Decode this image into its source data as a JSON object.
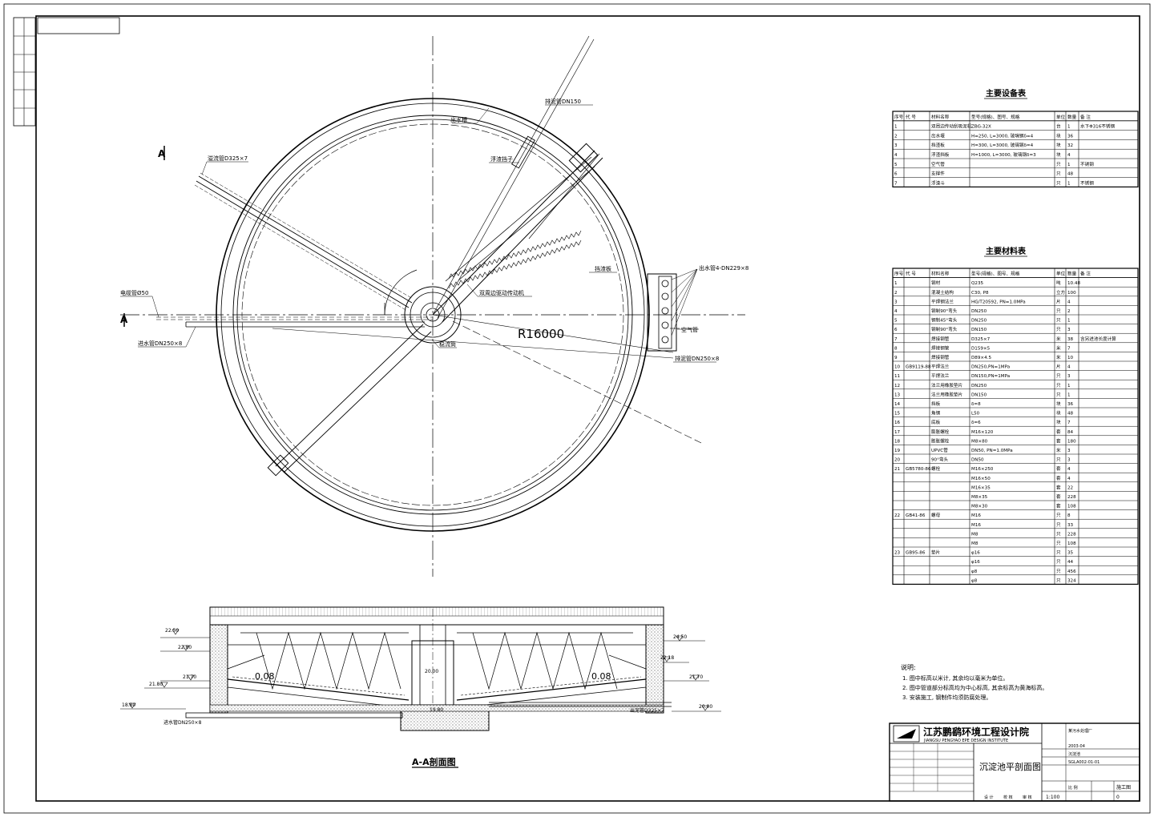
{
  "plan": {
    "radius_label": "R16000",
    "section_mark": "A",
    "labels": {
      "overflow_pipe": "溢流管D325×7",
      "sludge_pipe": "排泥管DN150",
      "weir_trough": "出水槽",
      "skimmer": "浮渣挡子",
      "drain_pipe": "出水管4-DN229×8",
      "trough_plate": "挡渣板",
      "drive": "双周边驱动传动机",
      "air_pipe": "空气管",
      "center_pipe": "进水管DN250×8",
      "cable": "电缆管Ø50",
      "cylinder": "稳流筒",
      "sludge_pipe2": "排泥管DN250×8"
    }
  },
  "section": {
    "title": "A-A剖面图",
    "slope_left": "0.08",
    "slope_right": "0.08",
    "elevations": [
      "22.50",
      "22.80",
      "21.70",
      "21.80",
      "18.80",
      "24.50",
      "22.18",
      "21.70",
      "20.00",
      "19.80",
      "20.00"
    ],
    "labels": {
      "inlet": "进水管DN250×8",
      "outlet": "出泥管D325×7"
    }
  },
  "equipment": {
    "title": "主要设备表",
    "headers": [
      "序号",
      "代 号",
      "材料名称",
      "型号(规格)、图号、规格",
      "单位",
      "数量",
      "备 注"
    ],
    "rows": [
      [
        "1",
        "",
        "双周边传动刮吸泥机",
        "ZBG-32X",
        "台",
        "1",
        "水下Φ316不锈钢"
      ],
      [
        "2",
        "",
        "出水堰",
        "H=250, L=3000, 玻璃钢δ=4",
        "块",
        "36",
        ""
      ],
      [
        "3",
        "",
        "挡渣板",
        "H=300, L=3000, 玻璃钢δ=4",
        "块",
        "32",
        ""
      ],
      [
        "4",
        "",
        "浮渣挡板",
        "H=1000, L=3000, 玻璃钢δ=3",
        "块",
        "4",
        ""
      ],
      [
        "5",
        "",
        "空气管",
        "",
        "只",
        "1",
        "不锈钢"
      ],
      [
        "6",
        "",
        "支撑件",
        "",
        "只",
        "48",
        ""
      ],
      [
        "7",
        "",
        "浮渣斗",
        "",
        "只",
        "1",
        "不锈钢"
      ]
    ]
  },
  "materials": {
    "title": "主要材料表",
    "headers": [
      "序号",
      "代 号",
      "材料名称",
      "型号(规格)、图号、规格",
      "单位",
      "数量",
      "备 注"
    ],
    "rows": [
      [
        "1",
        "",
        "钢材",
        "Q235",
        "吨",
        "10.48",
        ""
      ],
      [
        "2",
        "",
        "混凝土结构",
        "C30, P8",
        "立方",
        "100",
        ""
      ],
      [
        "3",
        "",
        "平焊钢法兰",
        "HG/T20592, PN=1.0MPa",
        "片",
        "4",
        ""
      ],
      [
        "4",
        "",
        "钢制90°弯头",
        "DN250",
        "只",
        "2",
        ""
      ],
      [
        "5",
        "",
        "钢制45°弯头",
        "DN250",
        "只",
        "1",
        ""
      ],
      [
        "6",
        "",
        "钢制90°弯头",
        "DN150",
        "只",
        "3",
        ""
      ],
      [
        "7",
        "",
        "焊接钢管",
        "D325×7",
        "米",
        "38",
        "含另进池长度计算"
      ],
      [
        "8",
        "",
        "焊接钢管",
        "D159×5",
        "米",
        "7",
        ""
      ],
      [
        "9",
        "",
        "焊接钢管",
        "D89×4.5",
        "米",
        "10",
        ""
      ],
      [
        "10",
        "GB9119-88",
        "平焊法兰",
        "DN250,PN=1MPa",
        "片",
        "4",
        ""
      ],
      [
        "11",
        "",
        "平焊法兰",
        "DN150,PN=1MPa",
        "只",
        "3",
        ""
      ],
      [
        "12",
        "",
        "法兰用橡胶垫片",
        "DN250",
        "只",
        "1",
        ""
      ],
      [
        "13",
        "",
        "法兰用橡胶垫片",
        "DN150",
        "只",
        "1",
        ""
      ],
      [
        "14",
        "",
        "挡板",
        "δ=8",
        "块",
        "36",
        ""
      ],
      [
        "15",
        "",
        "角钢",
        "L50",
        "块",
        "48",
        ""
      ],
      [
        "16",
        "",
        "底板",
        "δ=6",
        "块",
        "7",
        ""
      ],
      [
        "17",
        "",
        "膨胀螺栓",
        "M16×120",
        "套",
        "84",
        ""
      ],
      [
        "18",
        "",
        "膨胀螺栓",
        "M8×80",
        "套",
        "180",
        ""
      ],
      [
        "19",
        "",
        "UPVC管",
        "DN50, PN=1.0MPa",
        "米",
        "3",
        ""
      ],
      [
        "20",
        "",
        "90°弯头",
        "DN50",
        "只",
        "3",
        ""
      ],
      [
        "21",
        "GB5780-86",
        "螺栓",
        "M16×250",
        "套",
        "4",
        ""
      ],
      [
        "",
        "",
        "",
        "M16×50",
        "套",
        "4",
        ""
      ],
      [
        "",
        "",
        "",
        "M16×35",
        "套",
        "22",
        ""
      ],
      [
        "",
        "",
        "",
        "M8×35",
        "套",
        "228",
        ""
      ],
      [
        "",
        "",
        "",
        "M8×30",
        "套",
        "108",
        ""
      ],
      [
        "22",
        "GB41-86",
        "螺母",
        "M16",
        "只",
        "8",
        ""
      ],
      [
        "",
        "",
        "",
        "M16",
        "只",
        "33",
        ""
      ],
      [
        "",
        "",
        "",
        "M8",
        "只",
        "228",
        ""
      ],
      [
        "",
        "",
        "",
        "M8",
        "只",
        "108",
        ""
      ],
      [
        "23",
        "GB95-86",
        "垫片",
        "φ16",
        "只",
        "35",
        ""
      ],
      [
        "",
        "",
        "",
        "φ16",
        "只",
        "44",
        ""
      ],
      [
        "",
        "",
        "",
        "φ8",
        "只",
        "456",
        ""
      ],
      [
        "",
        "",
        "",
        "φ8",
        "只",
        "324",
        ""
      ]
    ]
  },
  "notes": {
    "title": "说明:",
    "items": [
      "1. 图中标高以米计, 其余均以毫米为单位。",
      "2. 图中管道部分标高均为中心标高, 其余标高为黄海标高。",
      "3. 安装施工, 钢制件均须防腐处理。"
    ]
  },
  "titleblock": {
    "company_cn": "江苏鹏鹞环境工程设计院",
    "company_en": "JIANGSU PENGYAO EPE DESIGN INSTITUTE",
    "drawing_title": "沉淀池平剖面图",
    "project": "某污水处理厂",
    "project_code": "2003-04",
    "subitem": "沉淀池",
    "drawing_no": "SGLA002-01-01",
    "scale_label": "比 例",
    "scale": "1:100",
    "stage": "施工图",
    "rev": "0",
    "bottom_labels": [
      "设 计",
      "校 核",
      "审 核"
    ]
  }
}
